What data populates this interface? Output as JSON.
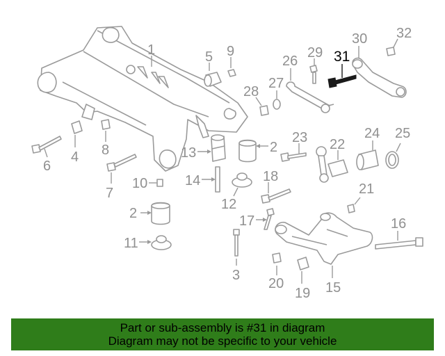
{
  "callouts": [
    "1",
    "2",
    "3",
    "4",
    "5",
    "6",
    "7",
    "8",
    "9",
    "10",
    "11",
    "12",
    "13",
    "14",
    "15",
    "16",
    "17",
    "18",
    "19",
    "20",
    "21",
    "22",
    "23",
    "24",
    "25",
    "26",
    "27",
    "28",
    "29",
    "30",
    "31",
    "32"
  ],
  "highlight_callout": "31",
  "banner": {
    "line1": "Part or sub-assembly is #31 in diagram",
    "line2": "Diagram may not be specific to your vehicle"
  },
  "colors": {
    "banner_bg": "#2f7d1a",
    "line_art": "#9a9a9a",
    "callout_text": "#909090",
    "highlight_part": "#1a1a1a",
    "highlight_text": "#000000"
  }
}
